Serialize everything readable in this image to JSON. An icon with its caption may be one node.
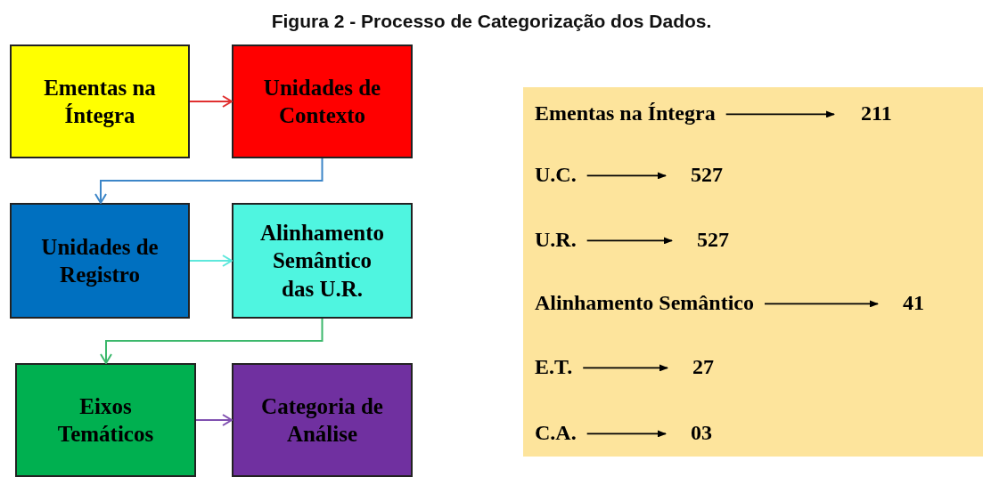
{
  "diagram": {
    "title": "Figura 2 - Processo de Categorização dos Dados.",
    "nodes": [
      {
        "text": [
          "Ementas na Íntegra"
        ]
      },
      {
        "text": [
          "Unidades de Contexto"
        ]
      },
      {
        "text": [
          "Unidades de Registro"
        ]
      },
      {
        "text": [
          "Alinhamento Semântico das U.R."
        ]
      },
      {
        "text": [
          "Eixos Temáticos"
        ]
      },
      {
        "text": [
          "Categoria de Análise"
        ]
      },
      {
        "text": [],
        "shape": "box"
      },
      {
        "text": [
          "Ementas na Íntegra"
        ],
        "in": 6
      },
      {
        "text": [
          "211"
        ],
        "in": 6
      },
      {
        "text": [
          "U.C."
        ],
        "in": 6
      },
      {
        "text": [
          "527"
        ],
        "in": 6
      },
      {
        "text": [
          "U.R."
        ],
        "in": 6
      },
      {
        "text": [
          "527"
        ],
        "in": 6
      },
      {
        "text": [
          "Alinhamento Semântico"
        ],
        "in": 6
      },
      {
        "text": [
          "41"
        ],
        "in": 6
      },
      {
        "text": [
          "E.T."
        ],
        "in": 6
      },
      {
        "text": [
          "27"
        ],
        "in": 6
      },
      {
        "text": [
          "C.A."
        ],
        "in": 6
      },
      {
        "text": [
          "03"
        ],
        "in": 6
      }
    ],
    "edges": [
      {
        "from": 0,
        "to": 1,
        "arrow": "to",
        "color": "#e03030"
      },
      {
        "from": 1,
        "to": 2,
        "arrow": "to",
        "color": "#3c86c8"
      },
      {
        "from": 2,
        "to": 3,
        "arrow": "to",
        "color": "#5ee8dc"
      },
      {
        "from": 3,
        "to": 4,
        "arrow": "to",
        "color": "#3cb86c"
      },
      {
        "from": 4,
        "to": 5,
        "arrow": "to",
        "color": "#8050b0"
      },
      {
        "from": 7,
        "to": 8,
        "arrow": "to",
        "color": "#000000"
      },
      {
        "from": 9,
        "to": 10,
        "arrow": "to",
        "color": "#000000"
      },
      {
        "from": 11,
        "to": 12,
        "arrow": "to",
        "color": "#000000"
      },
      {
        "from": 13,
        "to": 14,
        "arrow": "to",
        "color": "#000000"
      },
      {
        "from": 15,
        "to": 16,
        "arrow": "to",
        "color": "#000000"
      },
      {
        "from": 17,
        "to": 18,
        "arrow": "to",
        "color": "#000000"
      }
    ]
  }
}
